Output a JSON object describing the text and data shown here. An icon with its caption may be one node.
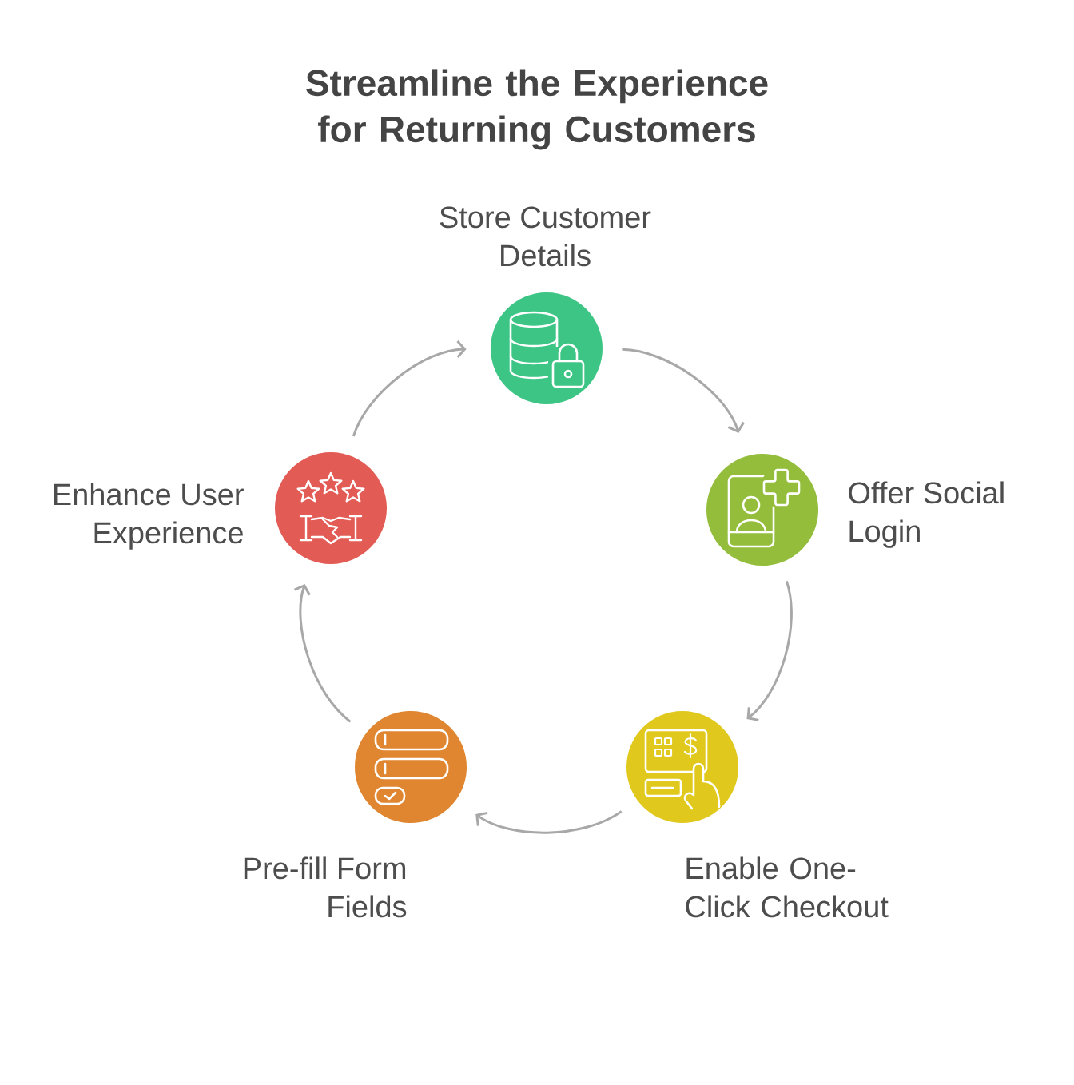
{
  "diagram": {
    "title": "Streamline the Experience for Returning Customers",
    "nodes": [
      {
        "text": [],
        "shape": "circle",
        "beside": [
          "Store Customer Details"
        ]
      },
      {
        "text": [],
        "shape": "circle",
        "beside": [
          "Offer Social Login"
        ]
      },
      {
        "text": [],
        "shape": "circle",
        "beside": [
          "Enable One-Click Checkout"
        ]
      },
      {
        "text": [],
        "shape": "circle",
        "beside": [
          "Pre-fill Form Fields"
        ]
      },
      {
        "text": [],
        "shape": "circle",
        "beside": [
          "Enhance User Experience"
        ]
      }
    ],
    "edges": [
      {
        "from": 0,
        "to": 1,
        "arrow": "to"
      },
      {
        "from": 1,
        "to": 2,
        "arrow": "to"
      },
      {
        "from": 2,
        "to": 3,
        "arrow": "to"
      },
      {
        "from": 3,
        "to": 4,
        "arrow": "to"
      },
      {
        "from": 4,
        "to": 0,
        "arrow": "to"
      }
    ]
  }
}
